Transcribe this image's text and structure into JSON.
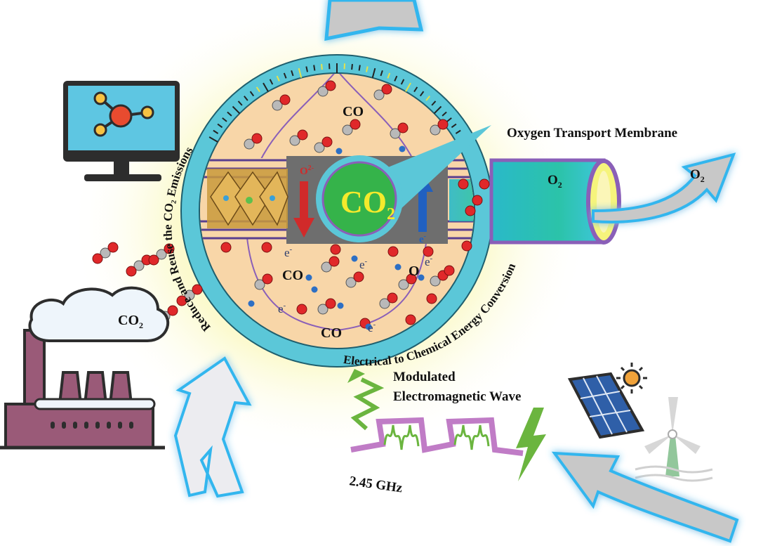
{
  "labels": {
    "co_top": "CO",
    "co_left": "CO",
    "co_bottom": "CO",
    "o_label": "O",
    "o2_ion": "O",
    "o2_ion_sup": "2-",
    "e_label": "e",
    "e_sup": "-",
    "co2_center_main": "CO",
    "co2_center_sub": "2",
    "co2_cloud_main": "CO",
    "co2_cloud_sub": "2",
    "o2_tube_main": "O",
    "o2_tube_sub": "2",
    "o2_arrow_main": "O",
    "o2_arrow_sub": "2",
    "otm_title": "Oxygen Transport Membrane",
    "wave_line1": "Modulated",
    "wave_line2": "Electromagnetic Wave",
    "frequency": "2.45 GHz"
  },
  "ring_text": {
    "left_arc": "Reduce and Reuse the CO₂ Emissions",
    "right_arc": "Electrical to Chemical Energy Conversion"
  },
  "icons": {
    "monitor": "molecule-monitor-icon",
    "factory": "factory-icon",
    "solar": "solar-panel-icon",
    "sun": "sun-icon",
    "wind": "wind-turbine-icon",
    "lightning": "lightning-icon"
  },
  "colors": {
    "ring": "#5bc7d8",
    "ring_tick": "#e6e24a",
    "interior": "#f8d6a8",
    "oxygen": "#e0282a",
    "carbon": "#b9b9b9",
    "electron": "#2d6fc4",
    "membrane": "#8a5fb8",
    "glow": "#f7f59a",
    "arrow_blue": "#33b6ee",
    "wave_green": "#6bb53f",
    "wave_pulse": "#c07cc6",
    "factory": "#9a5a78",
    "center_green": "#35b34a",
    "center_text": "#f4ea2c"
  }
}
